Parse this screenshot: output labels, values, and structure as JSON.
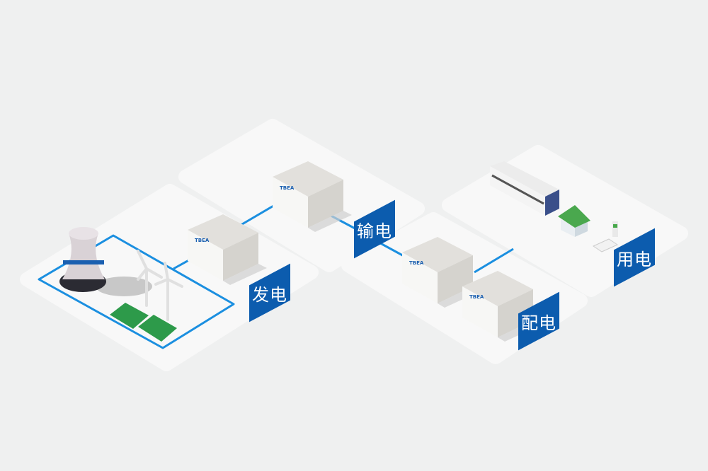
{
  "stages": [
    {
      "id": "generation",
      "label": "发电"
    },
    {
      "id": "transmission",
      "label": "输电"
    },
    {
      "id": "distribution",
      "label": "配电"
    },
    {
      "id": "consumption",
      "label": "用电"
    }
  ],
  "equipment_brand": "TBEA",
  "colors": {
    "background": "#eff0f0",
    "platform": "#f8f8f8",
    "line": "#1b8fe0",
    "label_bg": "#0c5cae"
  }
}
